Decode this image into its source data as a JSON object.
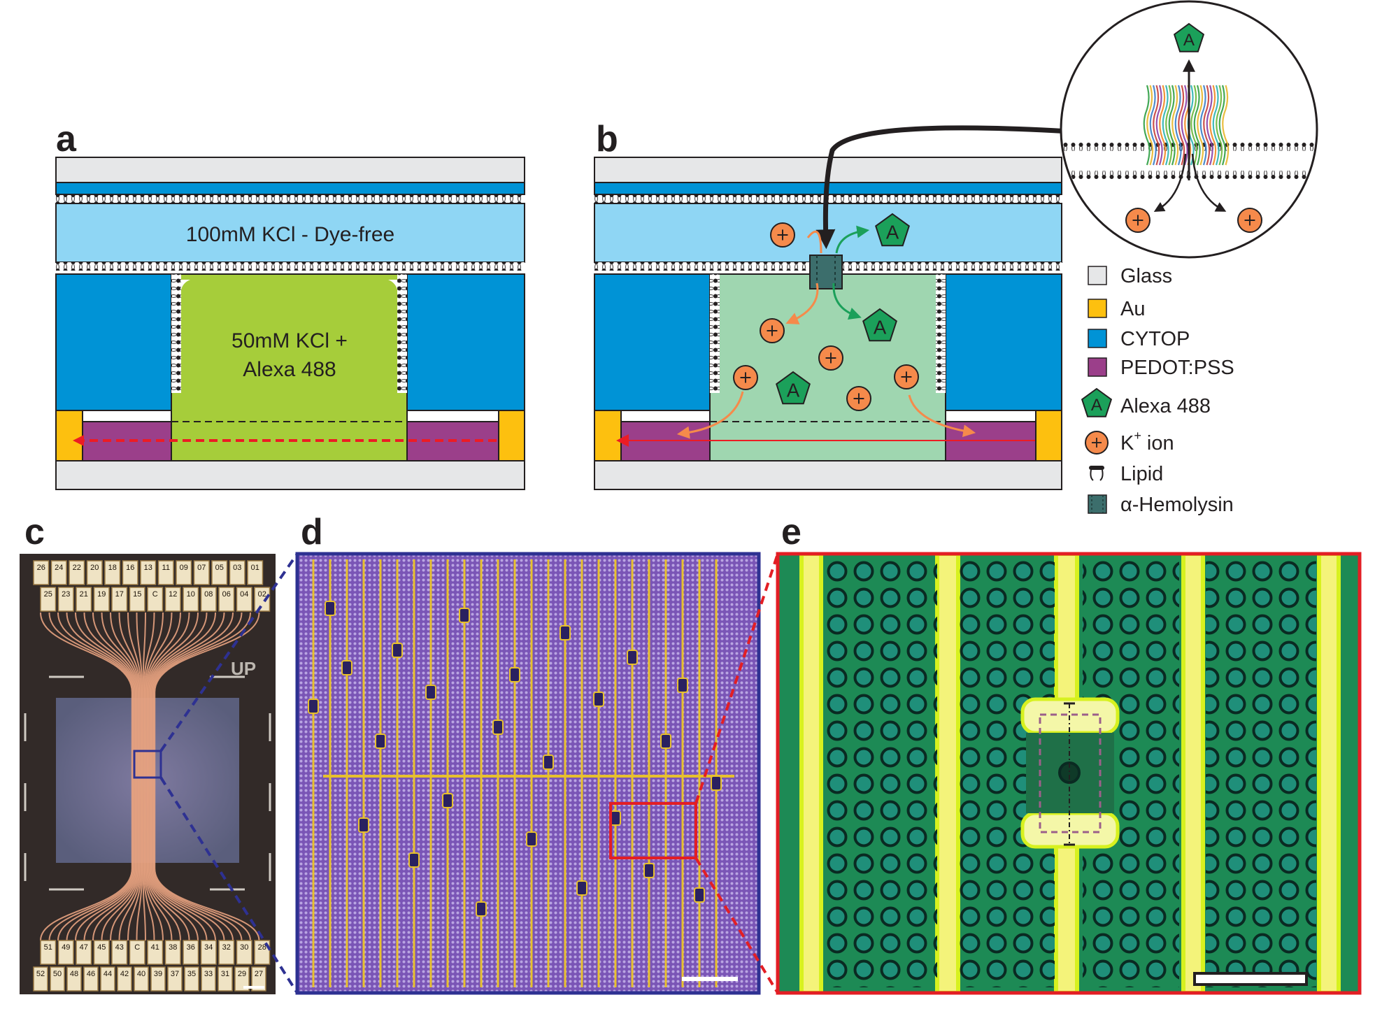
{
  "panels": {
    "a": {
      "letter": "a",
      "top_label": "100mM KCl - Dye-free",
      "well_label_line1": "50mM KCl +",
      "well_label_line2": "Alexa 488"
    },
    "b": {
      "letter": "b"
    },
    "c": {
      "letter": "c",
      "top_pad_numbers_row1": [
        "26",
        "24",
        "22",
        "20",
        "18",
        "16",
        "13",
        "11",
        "09",
        "07",
        "05",
        "03",
        "01"
      ],
      "top_pad_numbers_row2": [
        "25",
        "23",
        "21",
        "19",
        "17",
        "15",
        "C",
        "12",
        "10",
        "08",
        "06",
        "04",
        "02"
      ],
      "bottom_pad_numbers_row1": [
        "51",
        "49",
        "47",
        "45",
        "43",
        "C",
        "41",
        "38",
        "36",
        "34",
        "32",
        "30",
        "28"
      ],
      "bottom_pad_numbers_row2": [
        "52",
        "50",
        "48",
        "46",
        "44",
        "42",
        "40",
        "39",
        "37",
        "35",
        "33",
        "31",
        "29",
        "27"
      ],
      "chip_mark": "UP"
    },
    "d": {
      "letter": "d"
    },
    "e": {
      "letter": "e"
    }
  },
  "symbols": {
    "ion": "+",
    "dye": "A"
  },
  "legend": [
    {
      "icon": "glass-swatch",
      "color": "#e6e7e8",
      "label": "Glass"
    },
    {
      "icon": "au-swatch",
      "color": "#fdc00f",
      "label": "Au"
    },
    {
      "icon": "cytop-swatch",
      "color": "#0093d6",
      "label": "CYTOP"
    },
    {
      "icon": "pedot-swatch",
      "color": "#9b3f8a",
      "label": "PEDOT:PSS"
    },
    {
      "icon": "alexa-pentagon-icon",
      "color": "#1ba05a",
      "label": "Alexa 488"
    },
    {
      "icon": "k-ion-icon",
      "color": "#f58a4b",
      "label_prefix": "K",
      "label_sup": "+",
      "label_suffix": " ion"
    },
    {
      "icon": "lipid-icon",
      "label": "Lipid"
    },
    {
      "icon": "hemolysin-icon",
      "color": "#3c6e6c",
      "label": "α-Hemolysin"
    }
  ],
  "colors": {
    "glass": "#e6e7e8",
    "cytop": "#0093d6",
    "light_buffer": "#8fd6f4",
    "au": "#fdc00f",
    "pedot": "#9b3f8a",
    "well_a": "#a6cd3a",
    "well_b": "#9fd6b0",
    "alexa": "#1ba05a",
    "ion": "#f58a4b",
    "arrow_red": "#ec1c24",
    "frame_blue": "#2e3192",
    "frame_red": "#e31e24"
  }
}
